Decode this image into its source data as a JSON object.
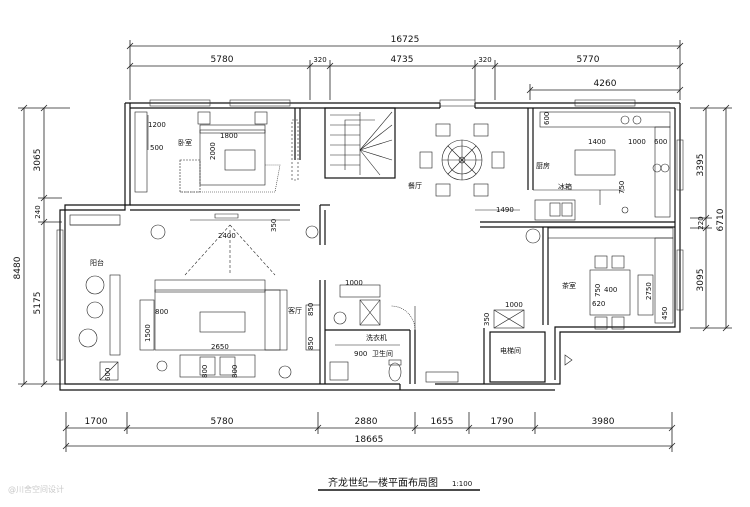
{
  "title": "齐龙世纪一楼平面布局图",
  "scale": "1:100",
  "watermark": "@川舍空间设计",
  "top_dims": {
    "overall": "16725",
    "segments": [
      "5780",
      "320",
      "4735",
      "320",
      "5770"
    ],
    "kitchen_width": "4260"
  },
  "bottom_dims": {
    "segments": [
      "1700",
      "5780",
      "2880",
      "1655",
      "1790",
      "3980"
    ],
    "overall": "18665"
  },
  "left_dims": {
    "segments": [
      "3065",
      "240",
      "5175"
    ],
    "overall": "8480"
  },
  "right_dims": {
    "segments": [
      "3395",
      "220",
      "3095"
    ],
    "overall": "6710"
  },
  "rooms": {
    "bedroom": "卧室",
    "dining": "餐厅",
    "kitchen": "厨房",
    "fridge": "冰箱",
    "balcony": "阳台",
    "living": "客厅",
    "tea": "茶室",
    "laundry": "洗衣机",
    "bath": "卫生间",
    "elevator": "电梯间"
  },
  "inner_dims": {
    "d1200": "1200",
    "d1800": "1800",
    "d500": "500",
    "d2000": "2000",
    "d600a": "600",
    "d1400": "1400",
    "d1000a": "1000",
    "d600b": "600",
    "d750": "750",
    "d1490": "1490",
    "d2400": "2400",
    "d350a": "350",
    "d1000b": "1000",
    "d800a": "800",
    "d1500": "1500",
    "d850a": "850",
    "d850b": "850",
    "d2650": "2650",
    "d800b": "800",
    "d800c": "800",
    "d600c": "600",
    "d900": "900",
    "d1000c": "1000",
    "d350b": "350",
    "d2750": "2750",
    "d750b": "750",
    "d400": "400",
    "d620": "620",
    "d450": "450"
  }
}
